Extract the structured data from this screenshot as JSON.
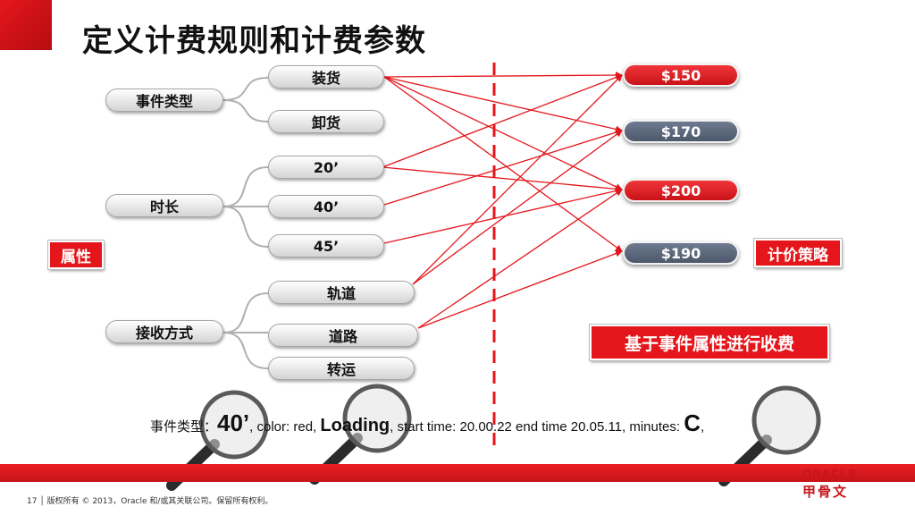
{
  "title": "定义计费规则和计费参数",
  "groups": [
    {
      "label": "事件类型",
      "options": [
        "装货",
        "卸货"
      ]
    },
    {
      "label": "时长",
      "options": [
        "20’",
        "40’",
        "45’"
      ]
    },
    {
      "label": "接收方式",
      "options": [
        "轨道",
        "道路",
        "转运"
      ]
    }
  ],
  "attribute_tag": "属性",
  "strategy_tag": "计价策略",
  "prices": [
    {
      "value": "$150",
      "color": "#d9161c"
    },
    {
      "value": "$170",
      "color": "#5a657a"
    },
    {
      "value": "$200",
      "color": "#d9161c"
    },
    {
      "value": "$190",
      "color": "#5a657a"
    }
  ],
  "charge_caption": "基于事件属性进行收费",
  "info_line": {
    "prefix": "事件类型：",
    "duration": "40’",
    "t1": ", color: red, ",
    "mode": "Loading",
    "t2": ", start time: 20.00.22 end time 20.05.11, minutes: ",
    "minutes_value": "C",
    "t3": ","
  },
  "footer": "17 │ 版权所有 © 2013，Oracle 和/或其关联公司。保留所有权利。",
  "logo": {
    "en": "ORACLE",
    "cn": "甲骨文"
  },
  "colors": {
    "accent": "#e4161b",
    "line": "#e4161b",
    "price_gray": "#5a657a"
  }
}
